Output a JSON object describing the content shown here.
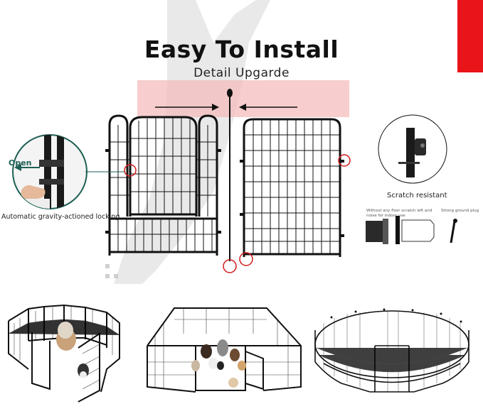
{
  "header": {
    "title": "Easy To Install",
    "subtitle": "Detail Upgarde"
  },
  "callouts": {
    "open_label": "Open",
    "locking_caption": "Automatic gravity-actioned locking",
    "scratch_caption": "Scratch resistant",
    "floor_note": "Without any floor scratch left and noise for indoor use",
    "ground_plug": "Strong ground plug"
  },
  "colors": {
    "accent_red": "#e8141a",
    "frame_black": "#111111",
    "circle_red": "#d11a1a"
  }
}
